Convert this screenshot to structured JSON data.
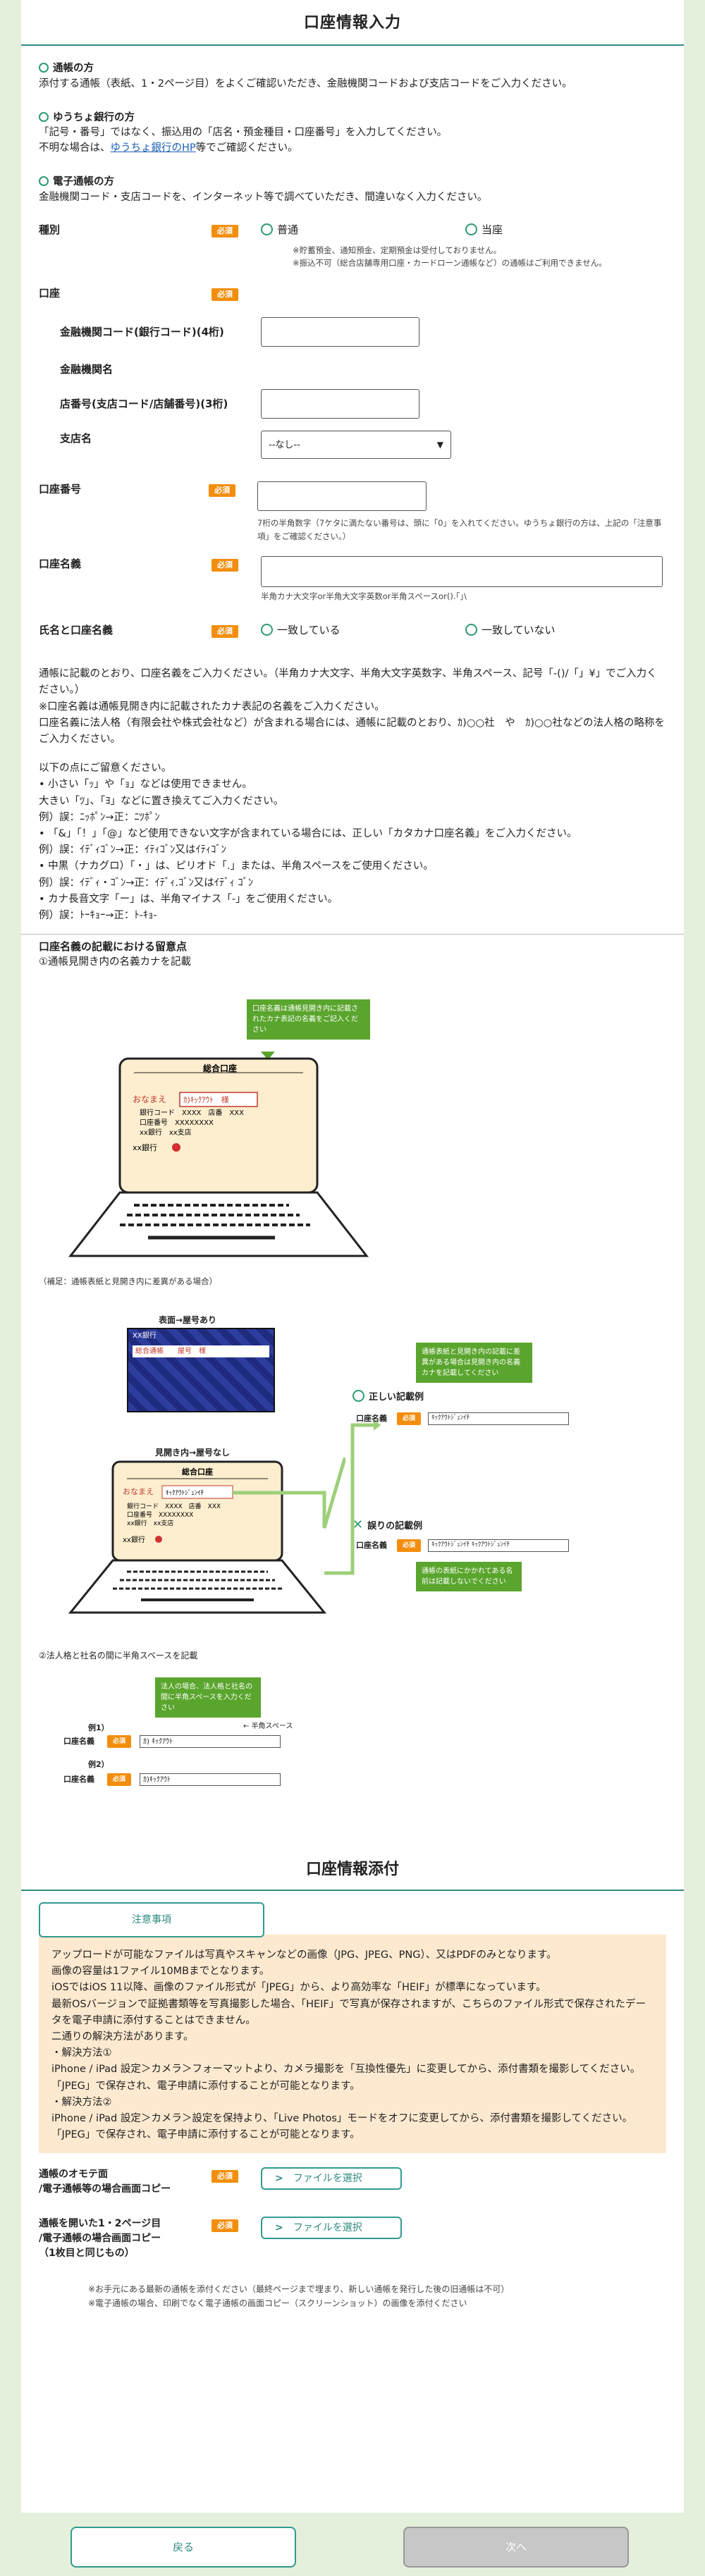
{
  "header": {
    "title": "口座情報入力"
  },
  "intro": {
    "passbook": {
      "title": "通帳の方",
      "text": "添付する通帳（表紙、1・2ページ目）をよくご確認いただき、金融機関コードおよび支店コードをご入力ください。"
    },
    "yucho": {
      "title": "ゆうちょ銀行の方",
      "line1": "「記号・番号」ではなく、振込用の「店名・預金種目・口座番号」を入力してください。",
      "line2_pre": "不明な場合は、",
      "line2_link": "ゆうちょ銀行のHP",
      "line2_post": "等でご確認ください。"
    },
    "epassbook": {
      "title": "電子通帳の方",
      "text": "金融機関コード・支店コードを、インターネット等で調べていただき、間違いなく入力ください。"
    }
  },
  "form": {
    "required_label": "必須",
    "type": {
      "label": "種別",
      "options": [
        "普通",
        "当座"
      ],
      "notes": [
        "※貯蓄預金、通知預金、定期預金は受付しておりません。",
        "※振込不可（総合店舗専用口座・カードローン通帳など）の通帳はご利用できません。"
      ]
    },
    "account": {
      "label": "口座",
      "bank_code_label": "金融機関コード(銀行コード)(4桁)",
      "bank_name_label": "金融機関名",
      "branch_code_label": "店番号(支店コード/店舗番号)(3桁)",
      "branch_name_label": "支店名",
      "branch_select_value": "--なし--"
    },
    "account_number": {
      "label": "口座番号",
      "note": "7桁の半角数字（7ケタに満たない番号は、頭に「0」を入れてください。ゆうちょ銀行の方は、上記の「注意事項」をご確認ください。）"
    },
    "account_name": {
      "label": "口座名義",
      "note": "半角カナ大文字or半角大文字英数or半角スペースor().｢｣\\"
    },
    "name_match": {
      "label": "氏名と口座名義",
      "options": [
        "一致している",
        "一致していない"
      ]
    }
  },
  "instructions": {
    "lines": [
      "通帳に記載のとおり、口座名義をご入力ください。（半角カナ大文字、半角大文字英数字、半角スペース、記号「-()/「」¥」でご入力ください。）",
      "※口座名義は通帳見開き内に記載されたカナ表記の名義をご入力ください。",
      "口座名義に法人格（有限会社や株式会社など）が含まれる場合には、通帳に記載のとおり、ｶ)○○社　や　ｶ)○○社などの法人格の略称をご入力ください。"
    ],
    "caution_title": "以下の点にご留意ください。",
    "caution_lines": [
      "• 小さい「ｯ」や「ｮ」などは使用できません。",
      "大きい「ﾂ」、「ﾖ」などに置き換えてご入力ください。",
      "例）誤：ﾆｯﾎﾟﾝ→正：ﾆﾂﾎﾟﾝ",
      "• 「&」「！」「@」など使用できない文字が含まれている場合には、正しい「カタカナ口座名義」をご入力ください。",
      "例）誤：ｲﾃﾞｨｺﾞﾝ→正：ｲﾃｨｺﾞﾝ又はｲﾃｨｺﾞﾝ",
      "• 中黒（ナカグロ）「・」は、ピリオド「.」または、半角スペースをご使用ください。",
      "例）誤：ｲﾃﾞｨ・ｺﾞﾝ→正：ｲﾃﾞｨ.ｺﾞﾝ又はｲﾃﾞｨ ｺﾞﾝ",
      "• カナ長音文字「ー」は、半角マイナス「-」をご使用ください。",
      "例）誤：ﾄｰｷｮｰ→正：ﾄ-ｷｮ-"
    ]
  },
  "guide": {
    "title": "口座名義の記載における留意点",
    "sub1": "①通帳見開き内の名義カナを記載",
    "bubble1": "口座名義は通帳見開き内に記載されたカナ表記の名義をご記入ください",
    "passbook_title": "総合口座",
    "passbook_name_label": "おなまえ",
    "passbook_name_value": "ｶ)ｷｯｸｱｳﾄ　様",
    "passbook_rows": [
      "銀行コード　XXXX　店番　XXX",
      "口座番号　XXXXXXXX",
      "xx銀行　xx支店"
    ],
    "passbook_stamp_label": "xx銀行",
    "passbook_note": "（補足：通帳表紙と見開き内に差異がある場合）",
    "cover_label": "表面→屋号あり",
    "cover_name": "XX銀行",
    "cover_text": "総合通帳　　屋号　様",
    "inner_label": "見開き内→屋号なし",
    "correct_title": "正しい記載例",
    "wrong_title": "誤りの記載例",
    "bubble2": "通帳表紙と見開き内の記載に差異がある場合は見開き内の名義カナを記載してください",
    "bubble3": "通帳の表紙にかかれてある名前は記載しないでください",
    "correct_value": "ｷｯｸｱｳﾄｼﾞｭﾝｲﾁ",
    "wrong_value": "ｷｯｸｱｳﾄｼﾞｭﾝｲﾁ ｷｯｸｱｳﾄｼﾞｭﾝｲﾁ",
    "field_label": "口座名義",
    "sub2": "②法人格と社名の間に半角スペースを記載",
    "bubble4": "法人の場合、法人格と社名の間に半角スペースを入力ください",
    "example1_label": "例1）",
    "example2_label": "例2）",
    "example_space_note": "← 半角スペース",
    "example1_value": "ｶ) ｷｯｸｱｳﾄ",
    "example2_value": "ｶ)ｷｯｸｱｳﾄ"
  },
  "attach": {
    "title": "口座情報添付",
    "notice_button": "注意事項",
    "box_lines": [
      "アップロードが可能なファイルは写真やスキャンなどの画像（JPG、JPEG、PNG）、又はPDFのみとなります。",
      "画像の容量は1ファイル10MBまでとなります。",
      "iOSではiOS 11以降、画像のファイル形式が「JPEG」から、より高効率な「HEIF」が標準になっています。",
      "最新OSバージョンで証拠書類等を写真撮影した場合、「HEIF」で写真が保存されますが、こちらのファイル形式で保存されたデータを電子申請に添付することはできません。",
      "二通りの解決方法があります。",
      "・解決方法①",
      "iPhone / iPad 設定＞カメラ＞フォーマットより、カメラ撮影を「互換性優先」に変更してから、添付書類を撮影してください。",
      "「JPEG」で保存され、電子申請に添付することが可能となります。",
      "・解決方法②",
      "iPhone / iPad 設定＞カメラ＞設定を保持より、「Live Photos」モードをオフに変更してから、添付書類を撮影してください。",
      "「JPEG」で保存され、電子申請に添付することが可能となります。"
    ],
    "upload1_label": "通帳のオモテ面\n/電子通帳等の場合画面コピー",
    "upload2_label": "通帳を開いた1・2ページ目\n/電子通帳の場合画面コピー\n（1枚目と同じもの）",
    "file_button": "ファイルを選択",
    "foot_notes": [
      "※お手元にある最新の通帳を添付ください（最終ページまで埋まり、新しい通帳を発行した後の旧通帳は不可）",
      "※電子通帳の場合、印刷でなく電子通帳の画面コピー（スクリーンショット）の画像を添付ください"
    ]
  },
  "nav": {
    "back": "戻る",
    "next": "次へ"
  }
}
